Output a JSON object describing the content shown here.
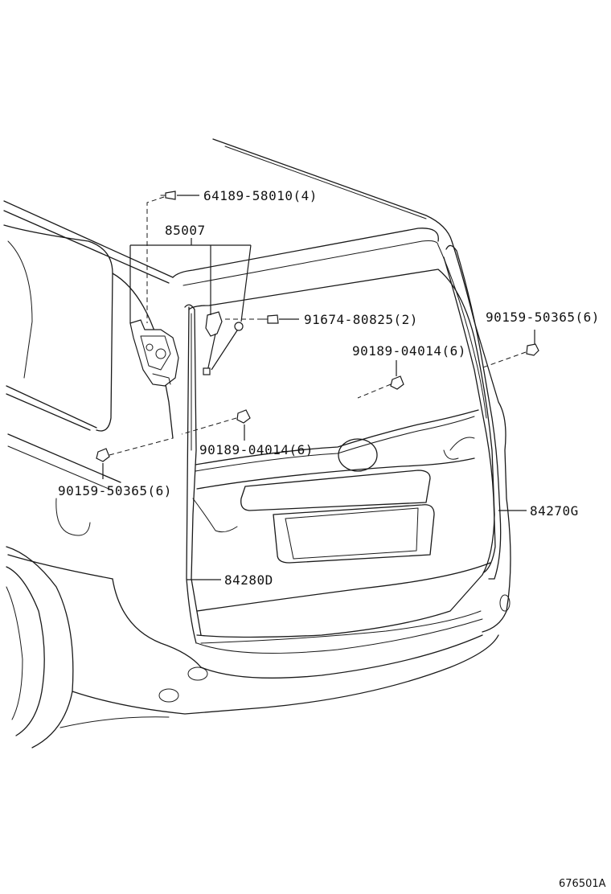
{
  "diagram": {
    "labels": {
      "bolt_64189": "64189-58010(4)",
      "assy_85007": "85007",
      "bolt_91674": "91674-80825(2)",
      "screw_90159_right": "90159-50365(6)",
      "clip_90189_upper": "90189-04014(6)",
      "clip_90189_lower": "90189-04014(6)",
      "screw_90159_left": "90159-50365(6)",
      "seal_84270G": "84270G",
      "seal_84280D": "84280D"
    },
    "figure_code": "676501A"
  }
}
